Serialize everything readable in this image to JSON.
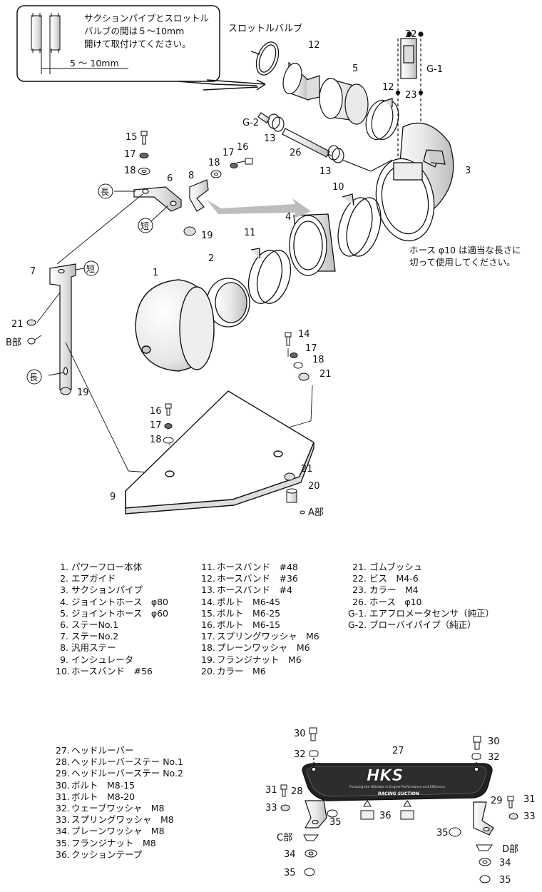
{
  "notes": {
    "gap_note": [
      "サクションパイプとスロットル",
      "バルブの間は５～10mm",
      "開けて取付けてください。"
    ],
    "gap_dim": "5 ～ 10mm",
    "throttle_label": "スロットルバルブ",
    "hose_note": [
      "ホース φ10 は適当な長さに",
      "切って使用してください。"
    ]
  },
  "callouts": {
    "p1": "1",
    "p2": "2",
    "p3": "3",
    "p4": "4",
    "p5": "5",
    "p6": "6",
    "p7": "7",
    "p8": "8",
    "p9": "9",
    "p10": "10",
    "p11": "11",
    "p12a": "12",
    "p12b": "12",
    "p13a": "13",
    "p13b": "13",
    "p14": "14",
    "p15": "15",
    "p16a": "16",
    "p16b": "16",
    "p17a": "17",
    "p17b": "17",
    "p17c": "17",
    "p17d": "17",
    "p18a": "18",
    "p18b": "18",
    "p18c": "18",
    "p18d": "18",
    "p19a": "19",
    "p19b": "19",
    "p20": "20",
    "p21a": "21",
    "p21b": "21",
    "p21c": "21",
    "p22": "22",
    "p23": "23",
    "p26": "26",
    "g1": "G-1",
    "g2": "G-2",
    "p27": "27",
    "p28": "28",
    "p29": "29",
    "p30a": "30",
    "p30b": "30",
    "p31a": "31",
    "p31b": "31",
    "p32a": "32",
    "p32b": "32",
    "p33a": "33",
    "p33b": "33",
    "p34a": "34",
    "p34b": "34",
    "p35a": "35",
    "p35b": "35",
    "p35c": "35",
    "p35d": "35",
    "p36": "36",
    "part_a": "A部",
    "part_b": "B部",
    "part_c": "C部",
    "part_d": "D部",
    "long": "長",
    "short": "短"
  },
  "logo": {
    "brand": "HKS",
    "tagline": "Pursuing the Ultimate in Engine Performance and Efficiency",
    "sub": "RACING SUCTION"
  },
  "legend1": {
    "col1": [
      {
        "n": "1.",
        "t": "パワーフロー本体"
      },
      {
        "n": "2.",
        "t": "エアガイド"
      },
      {
        "n": "3.",
        "t": "サクションパイプ"
      },
      {
        "n": "4.",
        "t": "ジョイントホース　φ80"
      },
      {
        "n": "5.",
        "t": "ジョイントホース　φ60"
      },
      {
        "n": "6.",
        "t": "ステーNo.1"
      },
      {
        "n": "7.",
        "t": "ステーNo.2"
      },
      {
        "n": "8.",
        "t": "汎用ステー"
      },
      {
        "n": "9.",
        "t": "インシュレータ"
      },
      {
        "n": "10.",
        "t": "ホースバンド　#56"
      }
    ],
    "col2": [
      {
        "n": "11.",
        "t": "ホースバンド　#48"
      },
      {
        "n": "12.",
        "t": "ホースバンド　#36"
      },
      {
        "n": "13.",
        "t": "ホースバンド　#4"
      },
      {
        "n": "14.",
        "t": "ボルト　M6-45"
      },
      {
        "n": "15.",
        "t": "ボルト　M6-25"
      },
      {
        "n": "16.",
        "t": "ボルト　M6-15"
      },
      {
        "n": "17.",
        "t": "スプリングワッシャ　M6"
      },
      {
        "n": "18.",
        "t": "プレーンワッシャ　M6"
      },
      {
        "n": "19.",
        "t": "フランジナット　M6"
      },
      {
        "n": "20.",
        "t": "カラー　M6"
      }
    ],
    "col3": [
      {
        "n": "21.",
        "t": "ゴムブッシュ"
      },
      {
        "n": "22.",
        "t": "ビス　M4-6"
      },
      {
        "n": "23.",
        "t": "カラー　M4"
      },
      {
        "n": "26.",
        "t": "ホース　φ10"
      },
      {
        "n": "G-1.",
        "t": "エアフロメータセンサ（純正）"
      },
      {
        "n": "G-2.",
        "t": "ブローバイパイプ（純正）"
      }
    ]
  },
  "legend2": [
    {
      "n": "27.",
      "t": "ヘッドルーバー"
    },
    {
      "n": "28.",
      "t": "ヘッドルーバーステー No.1"
    },
    {
      "n": "29.",
      "t": "ヘッドルーバーステー No.2"
    },
    {
      "n": "30.",
      "t": "ボルト　M8-15"
    },
    {
      "n": "31.",
      "t": "ボルト　M8-20"
    },
    {
      "n": "32.",
      "t": "ウェーブワッシャ　M8"
    },
    {
      "n": "33.",
      "t": "スプリングワッシャ　M8"
    },
    {
      "n": "34.",
      "t": "プレーンワッシャ　M8"
    },
    {
      "n": "35.",
      "t": "フランジナット　M8"
    },
    {
      "n": "36.",
      "t": "クッションテープ"
    }
  ]
}
